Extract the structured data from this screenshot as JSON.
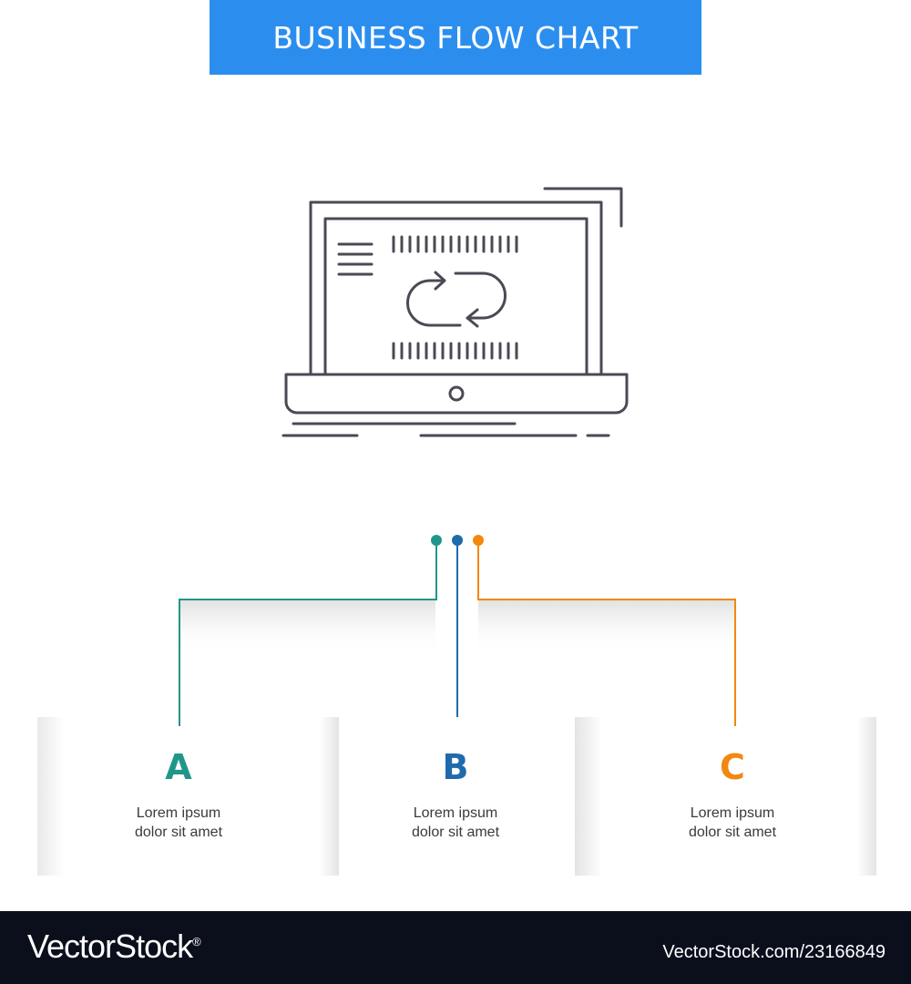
{
  "header": {
    "title": "BUSINESS FLOW CHART"
  },
  "colors": {
    "banner": "#2b8eef",
    "option_a": "#20968a",
    "option_b": "#1f6bab",
    "option_c": "#f2880f",
    "icon_stroke": "#4a4a55"
  },
  "icon": {
    "name": "laptop-sync-icon"
  },
  "options": [
    {
      "letter": "A",
      "line1": "Lorem ipsum",
      "line2": "dolor sit amet"
    },
    {
      "letter": "B",
      "line1": "Lorem ipsum",
      "line2": "dolor sit amet"
    },
    {
      "letter": "C",
      "line1": "Lorem ipsum",
      "line2": "dolor sit amet"
    }
  ],
  "footer": {
    "brand": "VectorStock",
    "registered": "®",
    "stock_id": "VectorStock.com/23166849"
  }
}
